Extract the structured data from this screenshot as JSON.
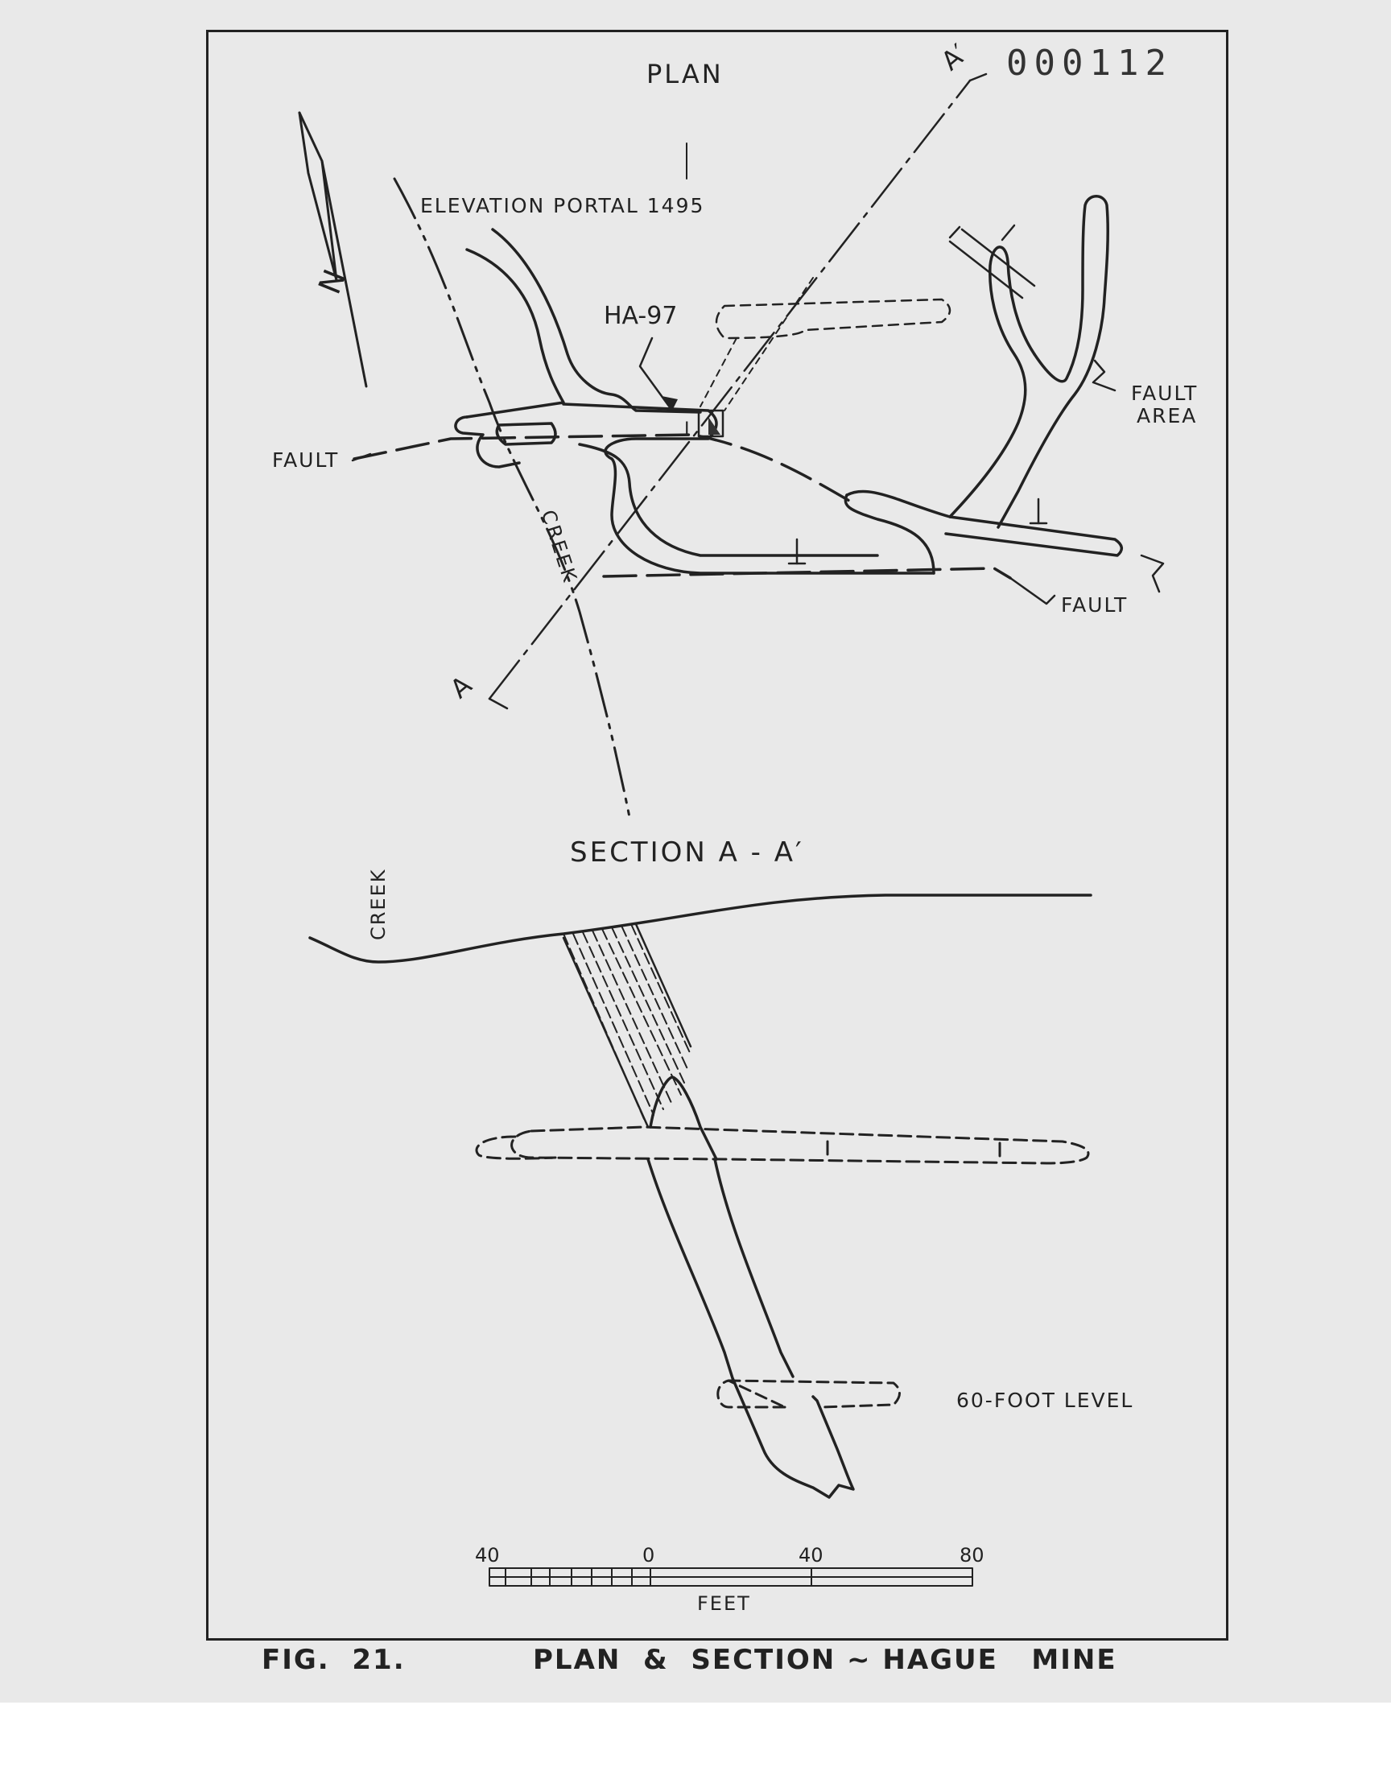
{
  "stamp_number": "000112",
  "plan": {
    "title": "PLAN",
    "north_mark": "N",
    "elevation_label": "ELEVATION PORTAL 1495",
    "hole_label": "HA-97",
    "hole_marker": "I",
    "fault_left_label": "FAULT",
    "fault_bottom_label": "FAULT",
    "fault_area_line1": "FAULT",
    "fault_area_line2": "AREA",
    "creek_label": "CREEK",
    "section_end_a": "A",
    "section_end_a_prime": "A′"
  },
  "section": {
    "title": "SECTION   A - A′",
    "creek_label": "CREEK",
    "level_label": "60-FOOT LEVEL"
  },
  "scale_bar": {
    "ticks": [
      "40",
      "0",
      "40",
      "80"
    ],
    "unit": "FEET"
  },
  "caption": {
    "fig_label": "FIG.  21.",
    "title": "PLAN  &  SECTION ~ HAGUE   MINE"
  }
}
